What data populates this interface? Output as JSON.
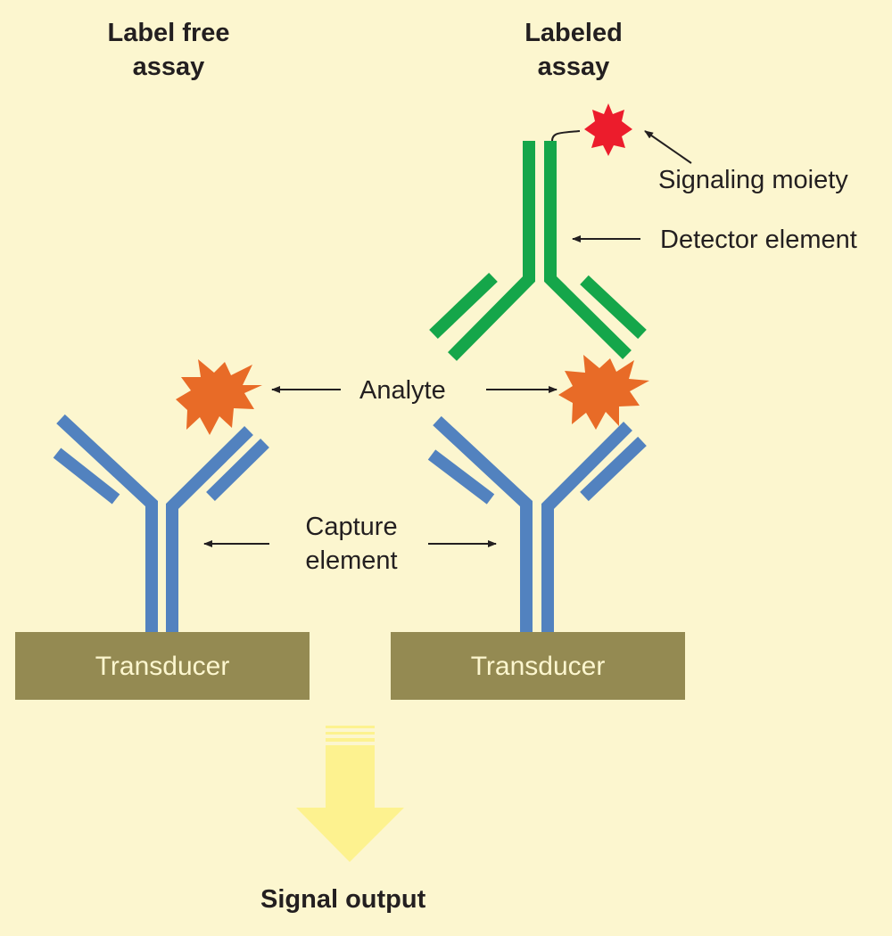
{
  "titles": {
    "label_free": [
      "Label free",
      "assay"
    ],
    "labeled": [
      "Labeled",
      "assay"
    ]
  },
  "labels": {
    "signaling_moiety": "Signaling moiety",
    "detector_element": "Detector element",
    "analyte": "Analyte",
    "capture_element": [
      "Capture",
      "element"
    ],
    "transducer": "Transducer",
    "signal_output": "Signal output"
  },
  "colors": {
    "background": "#fcf6cf",
    "capture_antibody": "#5282bf",
    "detector_antibody": "#15a64a",
    "analyte": "#e86b27",
    "signaling_moiety": "#ec1c2c",
    "transducer": "#948a52",
    "signal_arrow": "#fdf28f",
    "text": "#231f20"
  }
}
